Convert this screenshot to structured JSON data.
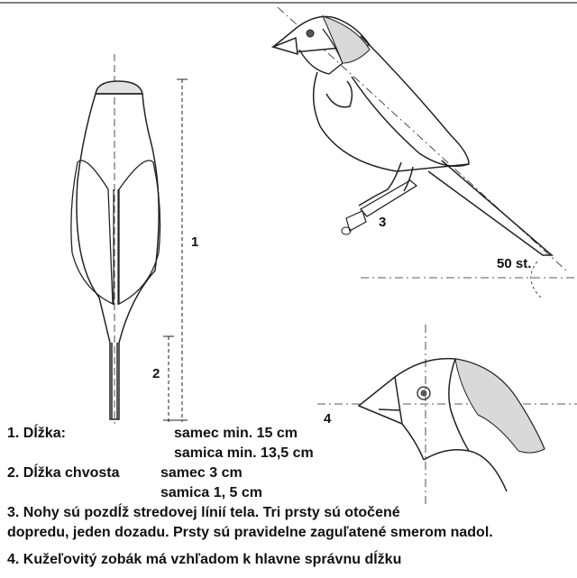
{
  "labels": {
    "length_marker": "1",
    "tail_marker": "2",
    "feet_marker": "3",
    "beak_marker": "4",
    "angle_label": "50 st."
  },
  "legend": {
    "item1_title": "1. Dĺžka:",
    "item1_male": "samec min. 15 cm",
    "item1_female": "samica min. 13,5 cm",
    "item2_title": "2. Dĺžka chvosta",
    "item2_male": "samec 3 cm",
    "item2_female": "samica 1, 5 cm",
    "item3_line1": "3. Nohy sú pozdĺž stredovej línií tela. Tri prsty sú otočené",
    "item3_line2": "dopredu, jeden dozadu. Prsty sú pravidelne zaguľatené smerom nadol.",
    "item4": "4. Kužeľovitý zobák má vzhľadom k hlavne správnu dĺžku"
  },
  "colors": {
    "ink": "#222222",
    "paper": "#ffffff"
  }
}
